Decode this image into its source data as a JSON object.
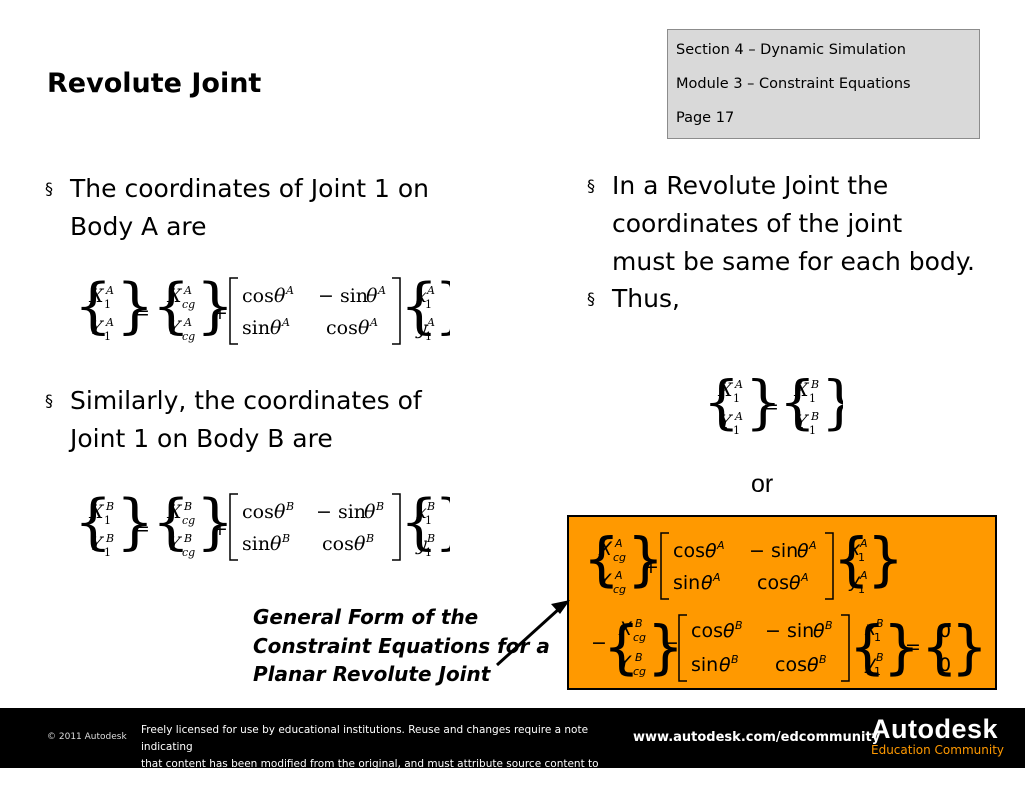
{
  "slide": {
    "title": "Revolute Joint",
    "section_box": {
      "section": "Section 4 – Dynamic Simulation",
      "module": "Module 3 – Constraint Equations",
      "page": "Page 17"
    },
    "bullets": [
      {
        "mark": "§",
        "line1": "The coordinates of Joint 1 on",
        "line2": "Body A are"
      },
      {
        "mark": "§",
        "line1": "Similarly, the coordinates of",
        "line2": "Joint 1 on Body B are"
      },
      {
        "mark": "§",
        "line1": "In a Revolute Joint the",
        "line2": "coordinates of the joint",
        "line3": "must be same for each body."
      },
      {
        "mark": "§",
        "line1": "Thus,"
      }
    ],
    "or_text": "or",
    "caption": {
      "line1": "General Form of the",
      "line2": "Constraint Equations for a",
      "line3": "Planar Revolute Joint"
    },
    "highlight_color": "#ff9900"
  },
  "footer": {
    "copyright": "© 2011 Autodesk",
    "license_line1": "Freely licensed for use by educational institutions. Reuse and changes require a note indicating",
    "license_line2": "that content has been modified from the original, and must attribute source content to Autodesk.",
    "url": "www.autodesk.com/edcommunity",
    "brand": "Autodesk",
    "brand_sub": "Education Community"
  }
}
